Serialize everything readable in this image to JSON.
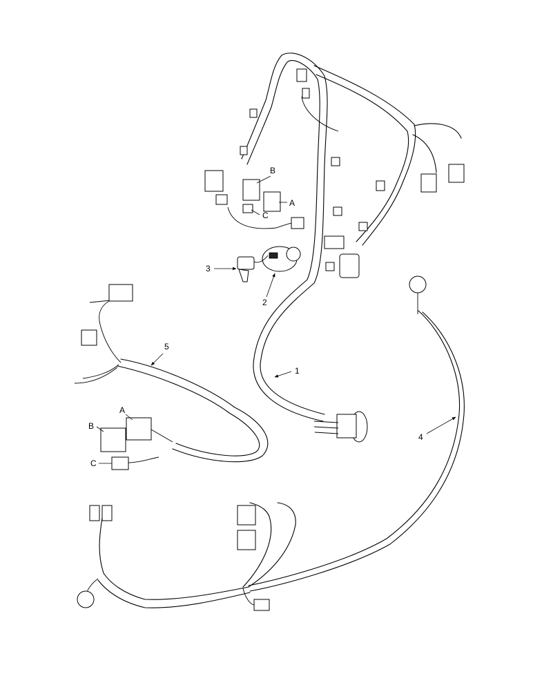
{
  "callouts": {
    "item1": "1",
    "item2": "2",
    "item3": "3",
    "item4": "4",
    "item5": "5",
    "conn_a_upper": "A",
    "conn_b_upper": "B",
    "conn_c_upper": "C",
    "conn_a_lower": "A",
    "conn_b_lower": "B",
    "conn_c_lower": "C"
  },
  "colors": {
    "line": "#000000",
    "background": "#ffffff"
  }
}
